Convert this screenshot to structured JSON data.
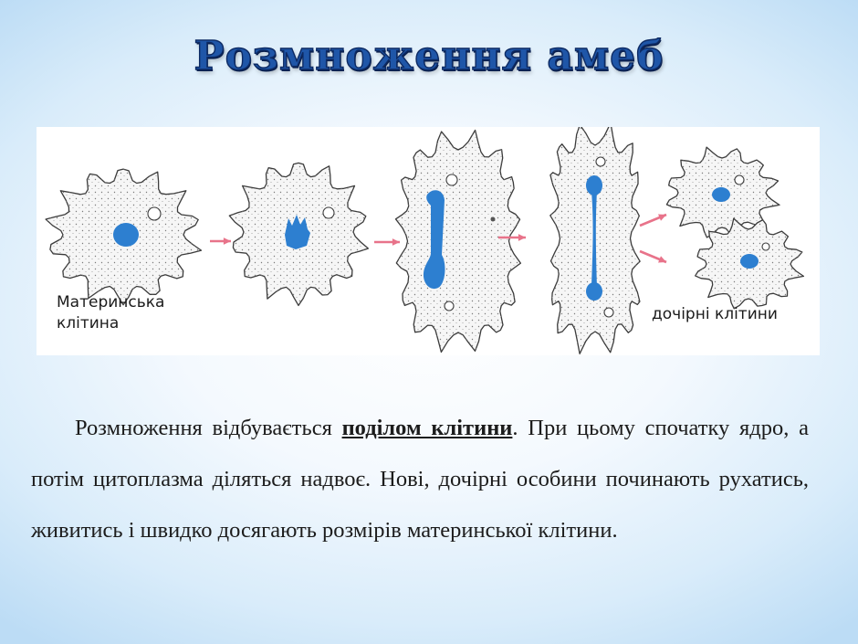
{
  "slide": {
    "title": "Розмноження амеб"
  },
  "diagram": {
    "labels": {
      "mother": "Материнська клітина",
      "daughter": "дочірні клітини"
    },
    "colors": {
      "nucleus": "#2d7fd0",
      "cytoplasm": "#f6f6f6",
      "outline": "#3b3b3b",
      "arrow": "#e8738a"
    }
  },
  "text": {
    "before": "Розмноження відбувається ",
    "keyword": "поділом клітини",
    "after": ". При цьому спочатку ядро, а потім цитоплазма діляться надвоє. Нові, дочірні особини починають рухатись, живитись і швидко досягають розмірів материнської клітини."
  }
}
